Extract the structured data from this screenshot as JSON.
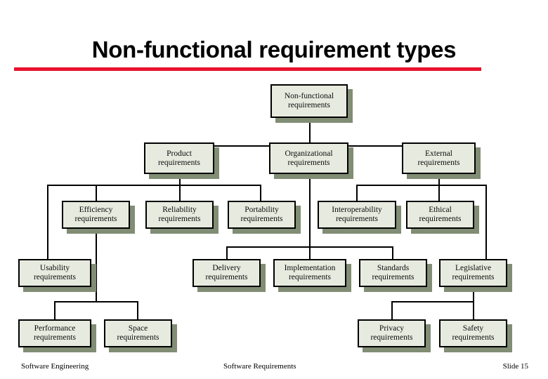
{
  "slide": {
    "title": "Non-functional requirement types",
    "rule_color": "#e8112d",
    "background_color": "#ffffff"
  },
  "diagram": {
    "type": "tree",
    "node_fill_color": "#e7ebdf",
    "node_border_color": "#000000",
    "node_shadow_color": "#818d74",
    "connector_color": "#000000",
    "nodes": {
      "root": {
        "line1": "Non-functional",
        "line2": "requirements"
      },
      "product": {
        "line1": "Product",
        "line2": "requirements"
      },
      "organizational": {
        "line1": "Organizational",
        "line2": "requirements"
      },
      "external": {
        "line1": "External",
        "line2": "requirements"
      },
      "efficiency": {
        "line1": "Efficiency",
        "line2": "requirements"
      },
      "reliability": {
        "line1": "Reliability",
        "line2": "requirements"
      },
      "portability": {
        "line1": "Portability",
        "line2": "requirements"
      },
      "interoperability": {
        "line1": "Interoperability",
        "line2": "requirements"
      },
      "ethical": {
        "line1": "Ethical",
        "line2": "requirements"
      },
      "usability": {
        "line1": "Usability",
        "line2": "requirements"
      },
      "delivery": {
        "line1": "Delivery",
        "line2": "requirements"
      },
      "implementation": {
        "line1": "Implementation",
        "line2": "requirements"
      },
      "standards": {
        "line1": "Standards",
        "line2": "requirements"
      },
      "legislative": {
        "line1": "Legislative",
        "line2": "requirements"
      },
      "performance": {
        "line1": "Performance",
        "line2": "requirements"
      },
      "space": {
        "line1": "Space",
        "line2": "requirements"
      },
      "privacy": {
        "line1": "Privacy",
        "line2": "requirements"
      },
      "safety": {
        "line1": "Safety",
        "line2": "requirements"
      }
    }
  },
  "footer": {
    "left": "Software Engineering",
    "center": "Software Requirements",
    "right": "Slide  15"
  }
}
